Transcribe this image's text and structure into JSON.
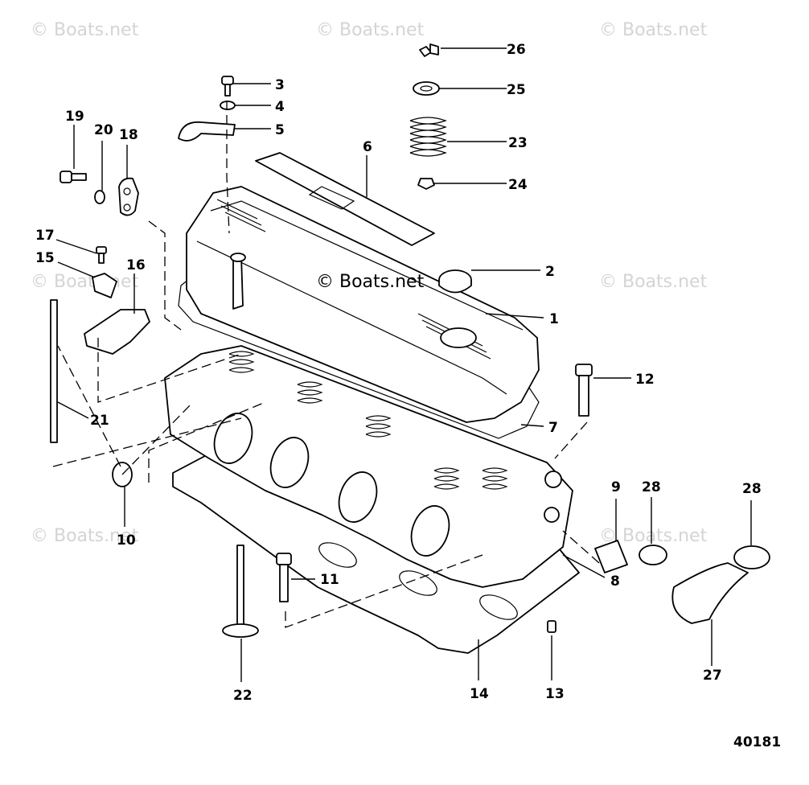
{
  "watermark": "© Boats.net",
  "center_watermark": "© Boats.net",
  "diagram_id": "40181",
  "callouts": [
    "1",
    "2",
    "3",
    "4",
    "5",
    "6",
    "7",
    "8",
    "9",
    "10",
    "11",
    "12",
    "13",
    "14",
    "15",
    "16",
    "17",
    "18",
    "19",
    "20",
    "21",
    "22",
    "23",
    "24",
    "25",
    "26",
    "27",
    "28"
  ]
}
